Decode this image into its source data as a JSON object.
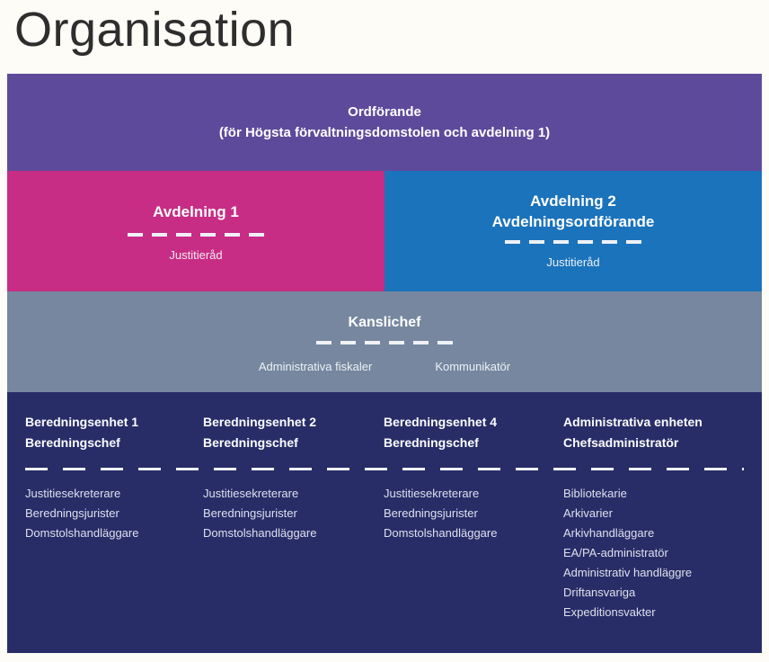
{
  "page": {
    "title": "Organisation"
  },
  "colors": {
    "background": "#fdfcf6",
    "purple": "#5e4a9b",
    "pink": "#c72d85",
    "blue": "#1b73bb",
    "grey": "#76879f",
    "navy": "#282d68",
    "text": "#ffffff"
  },
  "chart": {
    "chairman": {
      "title": "Ordförande",
      "subtitle": "(för Högsta förvaltningsdomstolen och avdelning 1)"
    },
    "division1": {
      "title": "Avdelning 1",
      "staff": "Justitieråd"
    },
    "division2": {
      "title_line1": "Avdelning 2",
      "title_line2": "Avdelningsordförande",
      "staff": "Justitieråd"
    },
    "kansli": {
      "title": "Kanslichef",
      "staff": [
        "Administrativa fiskaler",
        "Kommunikatör"
      ]
    },
    "units": [
      {
        "name": "Beredningsenhet 1",
        "head": "Beredningschef",
        "staff": [
          "Justitiesekreterare",
          "Beredningsjurister",
          "Domstolshandläggare"
        ]
      },
      {
        "name": "Beredningsenhet 2",
        "head": "Beredningschef",
        "staff": [
          "Justitiesekreterare",
          "Beredningsjurister",
          "Domstolshandläggare"
        ]
      },
      {
        "name": "Beredningsenhet 4",
        "head": "Beredningschef",
        "staff": [
          "Justitiesekreterare",
          "Beredningsjurister",
          "Domstolshandläggare"
        ]
      },
      {
        "name": "Administrativa enheten",
        "head": "Chefsadministratör",
        "staff": [
          "Bibliotekarie",
          "Arkivarier",
          "Arkivhandläggare",
          "EA/PA-administratör",
          "Administrativ handläggre",
          "Driftansvariga",
          "Expeditionsvakter"
        ]
      }
    ]
  }
}
